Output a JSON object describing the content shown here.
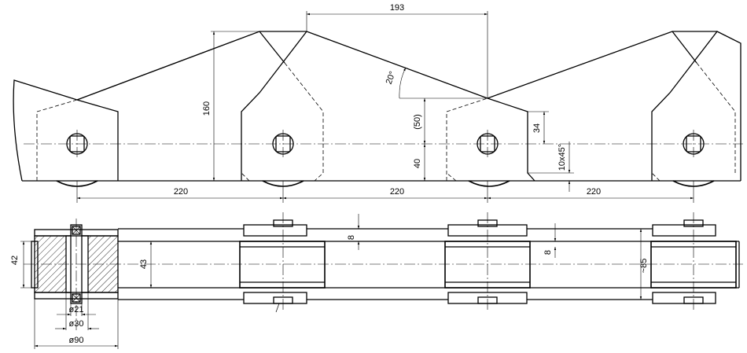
{
  "dimensions": {
    "top_offset": "193",
    "height": "160",
    "angle": "20°",
    "ref_50": "(50)",
    "bottom_40": "40",
    "side_34": "34",
    "chamfer": "10x45°",
    "pitch_1": "220",
    "pitch_2": "220",
    "pitch_3": "220",
    "plate_8_a": "8",
    "plate_8_b": "8",
    "width_42": "42",
    "inner_43": "43",
    "outer_85": "~85",
    "dia_21": "ø21",
    "dia_30": "ø30",
    "dia_90": "ø90"
  }
}
